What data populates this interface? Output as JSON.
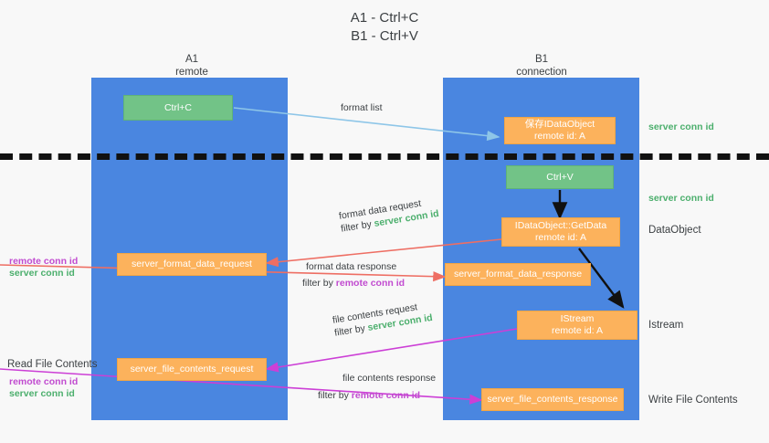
{
  "title": {
    "line1": "A1 - Ctrl+C",
    "line2": "B1 - Ctrl+V"
  },
  "columns": [
    {
      "name": "A1",
      "sub": "remote"
    },
    {
      "name": "B1",
      "sub": "connection"
    }
  ],
  "boxes": {
    "ctrl_c": "Ctrl+C",
    "ctrl_v": "Ctrl+V",
    "idataobject_l1": "保存IDataObject",
    "idataobject_l2": "remote id: A",
    "getdata_l1": "IDataObject::GetData",
    "getdata_l2": "remote id: A",
    "istream_l1": "IStream",
    "istream_l2": "remote id: A",
    "server_format_data_request": "server_format_data_request",
    "server_format_data_response": "server_format_data_response",
    "server_file_contents_request": "server_file_contents_request",
    "server_file_contents_response": "server_file_contents_response"
  },
  "annotations": {
    "format_list": "format list",
    "server_conn_id_1": "server conn id",
    "server_conn_id_2": "server conn id",
    "dataobject_label": "DataObject",
    "istream_label": "Istream",
    "write_file_contents": "Write File Contents",
    "read_file_contents": "Read File Contents",
    "format_data_request": "format data request",
    "format_data_response": "format data response",
    "file_contents_request": "file contents request",
    "file_contents_response": "file contents response",
    "filter_by": "filter by",
    "server_conn_id": "server conn id",
    "remote_conn_id": "remote conn id"
  },
  "legend_left_1": {
    "remote": "remote conn id",
    "server": "server conn id"
  },
  "legend_left_2": {
    "remote": "remote conn id",
    "server": "server conn id"
  },
  "colors": {
    "lane": "#4a86e0",
    "green_box": "#72c387",
    "orange_box": "#fcb25c",
    "server_conn_id": "#4caf6d",
    "remote_conn_id": "#c14bd0",
    "arrow_blue": "#8ec6e8",
    "arrow_red": "#ee6e63",
    "arrow_magenta": "#cc3fd6",
    "arrow_black": "#111111",
    "background": "#f8f8f8"
  }
}
